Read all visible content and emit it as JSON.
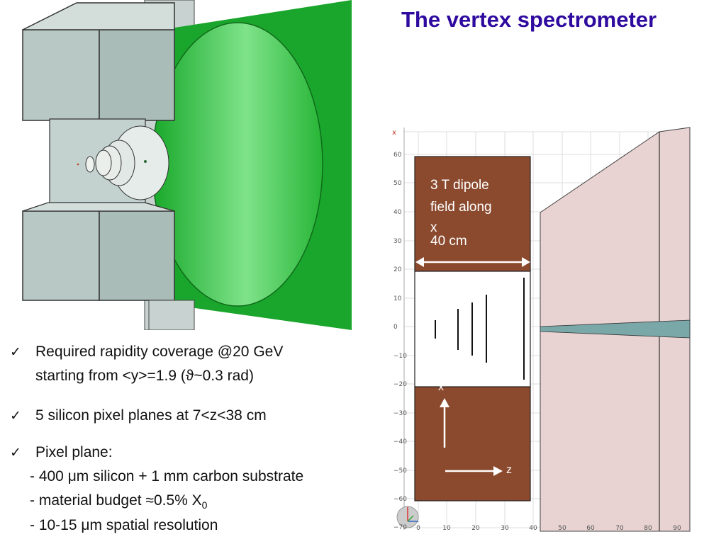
{
  "slide": {
    "title": "The vertex spectrometer"
  },
  "bullets": [
    {
      "line1": "Required rapidity coverage @20 GeV",
      "line2": "starting from <y>=1.9 (ϑ~0.3 rad)"
    },
    {
      "line1": "5 silicon pixel planes at 7<z<38 cm"
    },
    {
      "line1": "Pixel plane:"
    }
  ],
  "sub_items": [
    {
      "text": "- 400 μm silicon + 1 mm carbon substrate"
    },
    {
      "text": "- material budget ≈0.5% X",
      "subscript": "0"
    },
    {
      "text": "-   10-15 μm spatial resolution"
    }
  ],
  "diagram": {
    "annotation_field": [
      "3 T dipole",
      "field along",
      "x"
    ],
    "annotation_length": "40 cm",
    "axis_x_label": "x",
    "axis_z_label": "z",
    "corner_axis_label": "x",
    "y_ticks": [
      "60",
      "50",
      "40",
      "30",
      "20",
      "10",
      "0",
      "−10",
      "−20",
      "−30",
      "−40",
      "−50",
      "−60",
      "−70"
    ],
    "x_ticks": [
      "0",
      "10",
      "20",
      "30",
      "40",
      "50",
      "60",
      "70",
      "80",
      "90"
    ],
    "colors": {
      "magnet": "#8b4a2e",
      "detector_fill": "#e8d2d2",
      "beam": "#7aa8a8",
      "green": "#22bb33",
      "grey": "#b5c6c3"
    }
  }
}
